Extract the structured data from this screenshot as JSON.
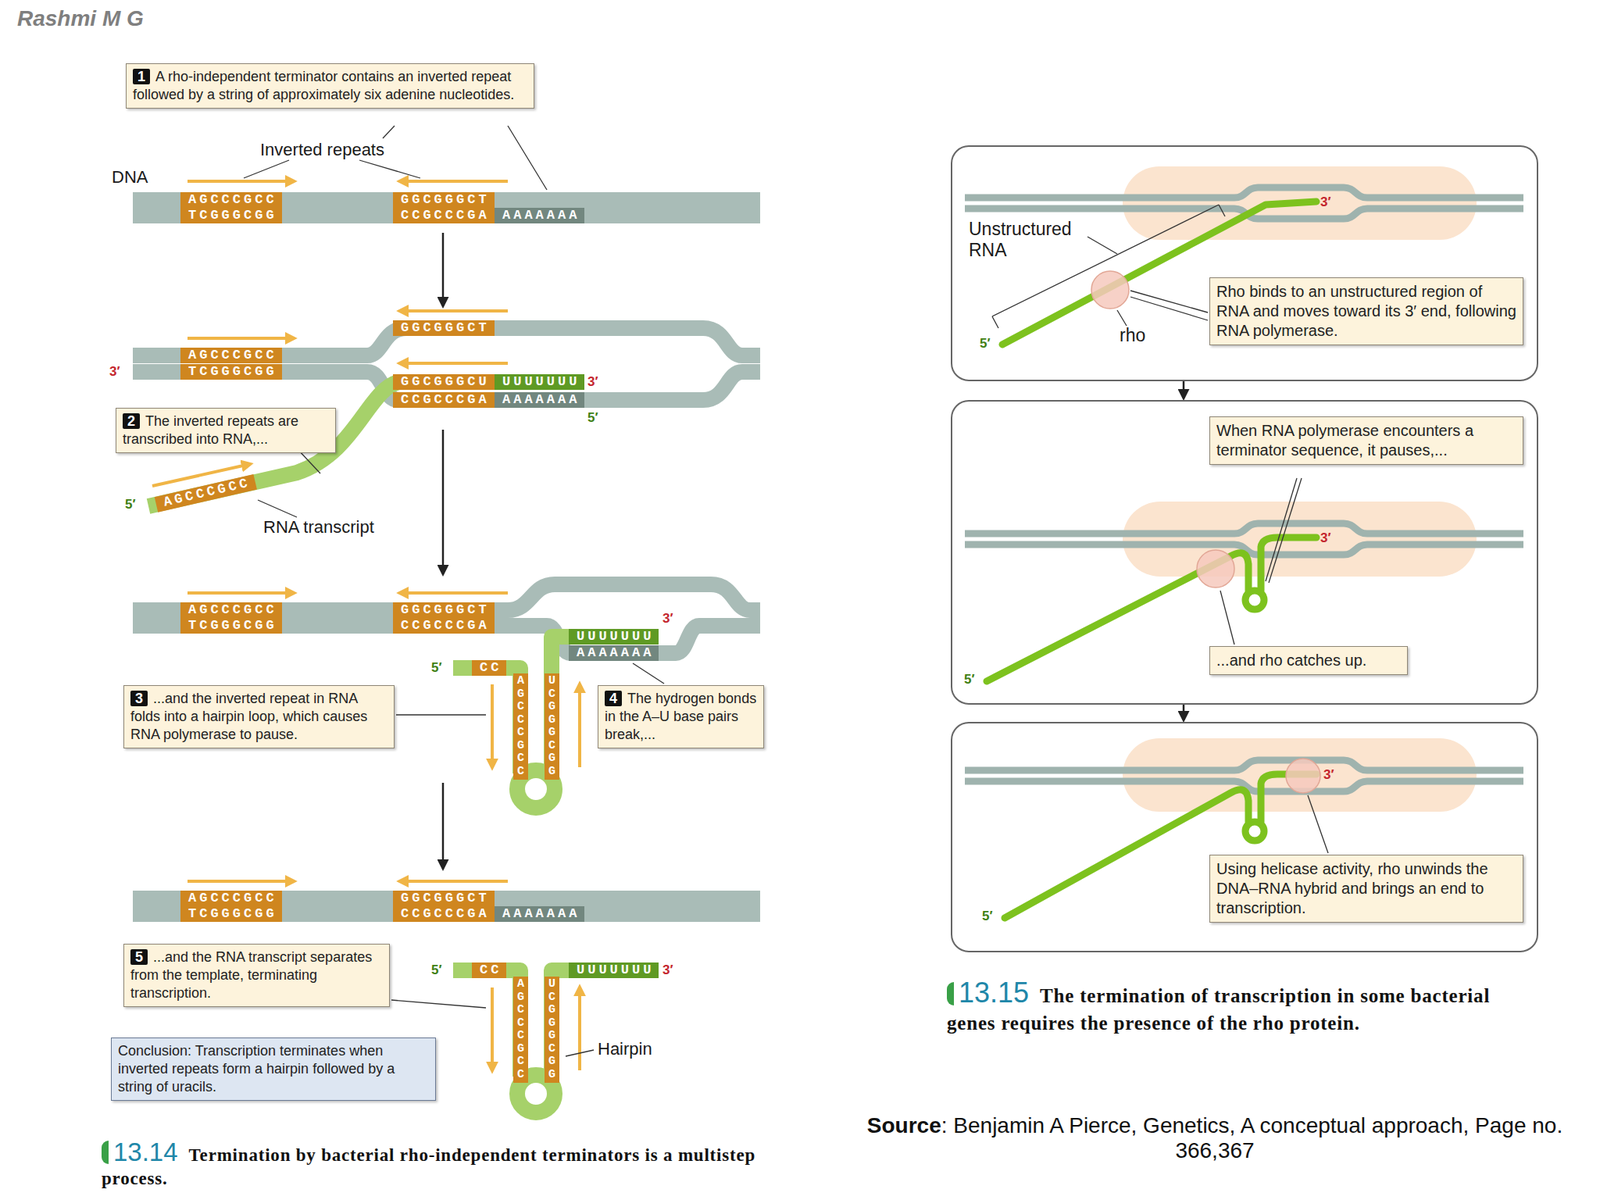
{
  "diagram": {
    "nodes": [
      {
        "text": [
          "1",
          "A rho-independent terminator contains an inverted repeat followed by a string of approximately six adenine nucleotides."
        ]
      },
      {
        "text": [
          "2",
          "The inverted repeats are transcribed into RNA,..."
        ]
      },
      {
        "text": [
          "3",
          "...and the inverted repeat in RNA folds into a hairpin loop, which causes RNA polymerase to pause."
        ]
      },
      {
        "text": [
          "4",
          "The hydrogen bonds in the A–U base pairs break,..."
        ]
      },
      {
        "text": [
          "5",
          "...and the RNA transcript separates from the template, terminating transcription."
        ]
      },
      {
        "text": [
          "Conclusion: Transcription terminates when inverted repeats form a hairpin followed by a string of uracils."
        ]
      },
      {
        "text": [
          "Rho binds to an unstructured region of RNA and moves toward its 3′ end, following RNA polymerase."
        ]
      },
      {
        "text": [
          "When RNA polymerase encounters a terminator sequence, it pauses,..."
        ]
      },
      {
        "text": [
          "...and rho catches up."
        ]
      },
      {
        "text": [
          "Using helicase activity, rho unwinds the DNA–RNA hybrid and brings an end to transcription."
        ]
      }
    ],
    "labels": [
      "Rashmi M G",
      "Inverted repeats",
      "DNA",
      "AGCCCGCC",
      "TCGGGCGG",
      "GGCGGGCT",
      "CCGCCCGA",
      "AAAAAAA",
      "GGCGGGCT",
      "AGCCCGCC",
      "TCGGGCGG",
      "3′",
      "GGCGGGCU",
      "UUUUUUU",
      "3′",
      "CCGCCCGA",
      "AAAAAAA",
      "5′",
      "5′",
      "AGCCCGCC",
      "RNA transcript",
      "AGCCCGCC",
      "TCGGGCGG",
      "GGCGGGCT",
      "CCGCCCGA",
      "UUUUUUU",
      "3′",
      "AAAAAAA",
      "5′",
      "CC",
      "AGCCCGCC",
      "UCGGGCGG",
      "AGCCCGCC",
      "TCGGGCGG",
      "GGCGGGCT",
      "CCGCCCGA",
      "AAAAAAA",
      "5′",
      "CC",
      "UUUUUUU",
      "3′",
      "AGCCCGCC",
      "UCGGGCGG",
      "Hairpin",
      "13.14",
      "Termination by bacterial rho-independent terminators is a multistep process.",
      "Unstructured RNA",
      "rho",
      "5′",
      "3′",
      "5′",
      "3′",
      "5′",
      "3′",
      "13.15",
      "The termination of transcription in some bacterial genes requires the presence of the rho protein.",
      "Source",
      ": Benjamin A Pierce, Genetics, A conceptual approach, Page no. 366,367"
    ]
  }
}
